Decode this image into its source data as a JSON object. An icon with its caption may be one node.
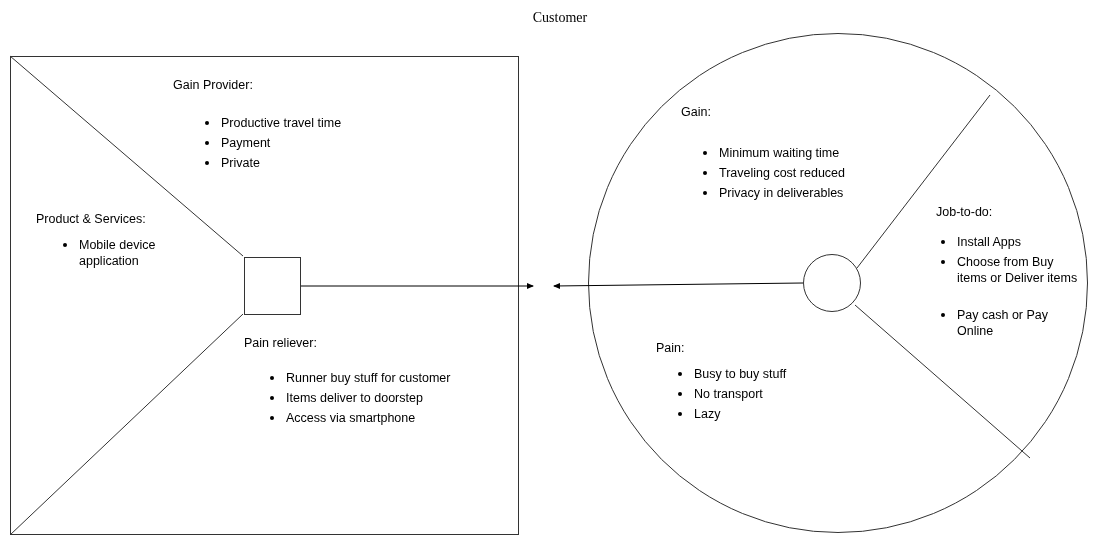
{
  "diagram": {
    "title": "Customer",
    "nodes": [
      {
        "text": [
          "Gain Provider:",
          "Productive travel time",
          "Payment",
          "Private",
          "Product & Services:",
          "Mobile device application",
          "Pain reliever:",
          "Runner buy stuff for customer",
          "Items deliver to doorstep",
          "Access via smartphone"
        ]
      },
      {
        "text": [],
        "shape": "box",
        "in": 0
      },
      {
        "text": [
          "Gain:",
          "Minimum waiting time",
          "Traveling cost reduced",
          "Privacy in deliverables",
          "Job-to-do:",
          "Install Apps",
          "Choose from Buy items or Deliver items",
          "Pay cash or Pay Online",
          "Pain:",
          "Busy to buy stuff",
          "No transport",
          "Lazy"
        ]
      },
      {
        "text": [],
        "shape": "circle",
        "in": 2
      }
    ],
    "edges": [
      {
        "from": 1,
        "to": null,
        "arrow": "to"
      },
      {
        "from": 3,
        "to": null,
        "arrow": "to"
      }
    ]
  }
}
